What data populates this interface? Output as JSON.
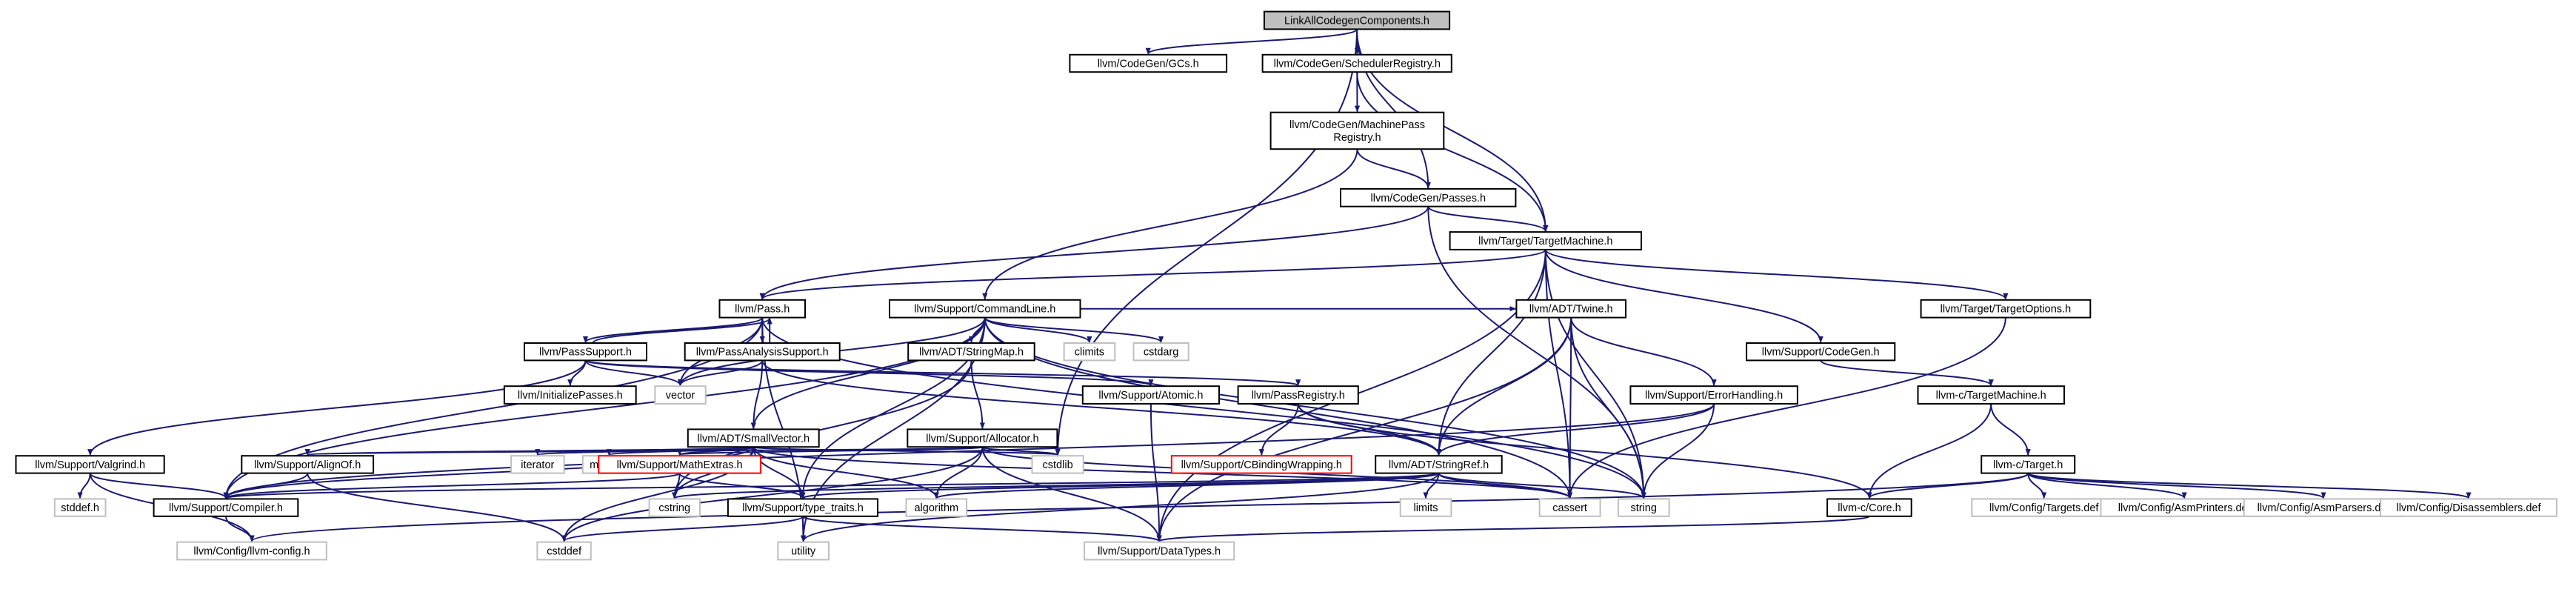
{
  "graph": {
    "nodes": [
      {
        "id": "root",
        "label": "LinkAllCodegenComponents.h",
        "kind": "root"
      },
      {
        "id": "gcs",
        "label": "llvm/CodeGen/GCs.h",
        "kind": "file"
      },
      {
        "id": "sched",
        "label": "llvm/CodeGen/SchedulerRegistry.h",
        "kind": "file"
      },
      {
        "id": "mpr",
        "label": "llvm/CodeGen/MachinePass\nRegistry.h",
        "kind": "file"
      },
      {
        "id": "passes",
        "label": "llvm/CodeGen/Passes.h",
        "kind": "file"
      },
      {
        "id": "tm",
        "label": "llvm/Target/TargetMachine.h",
        "kind": "file"
      },
      {
        "id": "pass",
        "label": "llvm/Pass.h",
        "kind": "file"
      },
      {
        "id": "cl",
        "label": "llvm/Support/CommandLine.h",
        "kind": "file"
      },
      {
        "id": "climits",
        "label": "climits",
        "kind": "system"
      },
      {
        "id": "cstdarg",
        "label": "cstdarg",
        "kind": "system"
      },
      {
        "id": "twine",
        "label": "llvm/ADT/Twine.h",
        "kind": "file"
      },
      {
        "id": "topts",
        "label": "llvm/Target/TargetOptions.h",
        "kind": "file"
      },
      {
        "id": "psupport",
        "label": "llvm/PassSupport.h",
        "kind": "file"
      },
      {
        "id": "pas",
        "label": "llvm/PassAnalysisSupport.h",
        "kind": "file"
      },
      {
        "id": "strmap",
        "label": "llvm/ADT/StringMap.h",
        "kind": "file"
      },
      {
        "id": "cgen",
        "label": "llvm/Support/CodeGen.h",
        "kind": "file"
      },
      {
        "id": "initp",
        "label": "llvm/InitializePasses.h",
        "kind": "file"
      },
      {
        "id": "vector",
        "label": "vector",
        "kind": "system"
      },
      {
        "id": "atomic",
        "label": "llvm/Support/Atomic.h",
        "kind": "file"
      },
      {
        "id": "preg",
        "label": "llvm/PassRegistry.h",
        "kind": "file"
      },
      {
        "id": "errh",
        "label": "llvm/Support/ErrorHandling.h",
        "kind": "file"
      },
      {
        "id": "ctm",
        "label": "llvm-c/TargetMachine.h",
        "kind": "file"
      },
      {
        "id": "smallv",
        "label": "llvm/ADT/SmallVector.h",
        "kind": "file"
      },
      {
        "id": "alloc",
        "label": "llvm/Support/Allocator.h",
        "kind": "file"
      },
      {
        "id": "valgrind",
        "label": "llvm/Support/Valgrind.h",
        "kind": "file"
      },
      {
        "id": "alignof",
        "label": "llvm/Support/AlignOf.h",
        "kind": "file"
      },
      {
        "id": "iterator",
        "label": "iterator",
        "kind": "system"
      },
      {
        "id": "memory",
        "label": "memory",
        "kind": "system"
      },
      {
        "id": "mathx",
        "label": "llvm/Support/MathExtras.h",
        "kind": "red"
      },
      {
        "id": "cstdlib",
        "label": "cstdlib",
        "kind": "system"
      },
      {
        "id": "cbw",
        "label": "llvm/Support/CBindingWrapping.h",
        "kind": "red"
      },
      {
        "id": "strref",
        "label": "llvm/ADT/StringRef.h",
        "kind": "file"
      },
      {
        "id": "ctarget",
        "label": "llvm-c/Target.h",
        "kind": "file"
      },
      {
        "id": "stddefh",
        "label": "stddef.h",
        "kind": "system"
      },
      {
        "id": "compiler",
        "label": "llvm/Support/Compiler.h",
        "kind": "file"
      },
      {
        "id": "cstring",
        "label": "cstring",
        "kind": "system"
      },
      {
        "id": "ttraits",
        "label": "llvm/Support/type_traits.h",
        "kind": "file"
      },
      {
        "id": "algorithm",
        "label": "algorithm",
        "kind": "system"
      },
      {
        "id": "limits",
        "label": "limits",
        "kind": "system"
      },
      {
        "id": "cassert",
        "label": "cassert",
        "kind": "system"
      },
      {
        "id": "string",
        "label": "string",
        "kind": "system"
      },
      {
        "id": "ccore",
        "label": "llvm-c/Core.h",
        "kind": "file"
      },
      {
        "id": "targetsdef",
        "label": "llvm/Config/Targets.def",
        "kind": "system"
      },
      {
        "id": "asmpdef",
        "label": "llvm/Config/AsmPrinters.def",
        "kind": "system"
      },
      {
        "id": "asmparsdef",
        "label": "llvm/Config/AsmParsers.def",
        "kind": "system"
      },
      {
        "id": "disdef",
        "label": "llvm/Config/Disassemblers.def",
        "kind": "system"
      },
      {
        "id": "llvmconfig",
        "label": "llvm/Config/llvm-config.h",
        "kind": "system"
      },
      {
        "id": "cstddef",
        "label": "cstddef",
        "kind": "system"
      },
      {
        "id": "utility",
        "label": "utility",
        "kind": "system"
      },
      {
        "id": "datatypes",
        "label": "llvm/Support/DataTypes.h",
        "kind": "system"
      }
    ],
    "edges": [
      [
        "root",
        "gcs"
      ],
      [
        "root",
        "sched"
      ],
      [
        "root",
        "passes"
      ],
      [
        "root",
        "tm"
      ],
      [
        "root",
        "cstdlib"
      ],
      [
        "sched",
        "mpr"
      ],
      [
        "sched",
        "tm"
      ],
      [
        "mpr",
        "passes"
      ],
      [
        "mpr",
        "cl"
      ],
      [
        "passes",
        "pass"
      ],
      [
        "passes",
        "tm"
      ],
      [
        "passes",
        "string"
      ],
      [
        "tm",
        "pass"
      ],
      [
        "tm",
        "topts"
      ],
      [
        "tm",
        "cgen"
      ],
      [
        "tm",
        "strref"
      ],
      [
        "tm",
        "cassert"
      ],
      [
        "tm",
        "string"
      ],
      [
        "tm",
        "datatypes"
      ],
      [
        "pass",
        "psupport"
      ],
      [
        "pass",
        "pas"
      ],
      [
        "pass",
        "compiler"
      ],
      [
        "pass",
        "vector"
      ],
      [
        "pass",
        "string"
      ],
      [
        "pass",
        "utility"
      ],
      [
        "cl",
        "twine"
      ],
      [
        "cl",
        "strmap"
      ],
      [
        "cl",
        "smallv"
      ],
      [
        "cl",
        "compiler"
      ],
      [
        "cl",
        "climits"
      ],
      [
        "cl",
        "cstdarg"
      ],
      [
        "cl",
        "ttraits"
      ],
      [
        "cl",
        "vector"
      ],
      [
        "cl",
        "utility"
      ],
      [
        "cl",
        "cassert"
      ],
      [
        "cl",
        "string"
      ],
      [
        "twine",
        "errh"
      ],
      [
        "twine",
        "strref"
      ],
      [
        "twine",
        "cassert"
      ],
      [
        "twine",
        "string"
      ],
      [
        "twine",
        "datatypes"
      ],
      [
        "topts",
        "cassert"
      ],
      [
        "psupport",
        "pass"
      ],
      [
        "psupport",
        "initp"
      ],
      [
        "psupport",
        "atomic"
      ],
      [
        "psupport",
        "preg"
      ],
      [
        "psupport",
        "valgrind"
      ],
      [
        "psupport",
        "vector"
      ],
      [
        "pas",
        "pass"
      ],
      [
        "pas",
        "smallv"
      ],
      [
        "pas",
        "strref"
      ],
      [
        "pas",
        "vector"
      ],
      [
        "strmap",
        "alloc"
      ],
      [
        "strmap",
        "cstring"
      ],
      [
        "cgen",
        "ctm"
      ],
      [
        "atomic",
        "datatypes"
      ],
      [
        "preg",
        "strref"
      ],
      [
        "preg",
        "cbw"
      ],
      [
        "preg",
        "ccore"
      ],
      [
        "errh",
        "compiler"
      ],
      [
        "errh",
        "strref"
      ],
      [
        "errh",
        "string"
      ],
      [
        "ctm",
        "ctarget"
      ],
      [
        "ctm",
        "ccore"
      ],
      [
        "smallv",
        "alignof"
      ],
      [
        "smallv",
        "compiler"
      ],
      [
        "smallv",
        "mathx"
      ],
      [
        "smallv",
        "ttraits"
      ],
      [
        "smallv",
        "algorithm"
      ],
      [
        "smallv",
        "cassert"
      ],
      [
        "smallv",
        "cstddef"
      ],
      [
        "smallv",
        "cstdlib"
      ],
      [
        "smallv",
        "cstring"
      ],
      [
        "smallv",
        "iterator"
      ],
      [
        "smallv",
        "memory"
      ],
      [
        "alloc",
        "alignof"
      ],
      [
        "alloc",
        "mathx"
      ],
      [
        "alloc",
        "algorithm"
      ],
      [
        "alloc",
        "cassert"
      ],
      [
        "alloc",
        "cstddef"
      ],
      [
        "alloc",
        "cstdlib"
      ],
      [
        "alloc",
        "datatypes"
      ],
      [
        "valgrind",
        "compiler"
      ],
      [
        "valgrind",
        "llvmconfig"
      ],
      [
        "valgrind",
        "stddefh"
      ],
      [
        "alignof",
        "compiler"
      ],
      [
        "alignof",
        "cstddef"
      ],
      [
        "mathx",
        "compiler"
      ],
      [
        "mathx",
        "ttraits"
      ],
      [
        "mathx",
        "cstring"
      ],
      [
        "strref",
        "compiler"
      ],
      [
        "strref",
        "ttraits"
      ],
      [
        "strref",
        "algorithm"
      ],
      [
        "strref",
        "cassert"
      ],
      [
        "strref",
        "cstring"
      ],
      [
        "strref",
        "limits"
      ],
      [
        "strref",
        "string"
      ],
      [
        "strref",
        "utility"
      ],
      [
        "ctarget",
        "ccore"
      ],
      [
        "ctarget",
        "llvmconfig"
      ],
      [
        "ctarget",
        "targetsdef"
      ],
      [
        "ctarget",
        "asmpdef"
      ],
      [
        "ctarget",
        "asmparsdef"
      ],
      [
        "ctarget",
        "disdef"
      ],
      [
        "ccore",
        "datatypes"
      ],
      [
        "compiler",
        "llvmconfig"
      ],
      [
        "ttraits",
        "cstddef"
      ],
      [
        "ttraits",
        "utility"
      ],
      [
        "ttraits",
        "datatypes"
      ]
    ]
  }
}
